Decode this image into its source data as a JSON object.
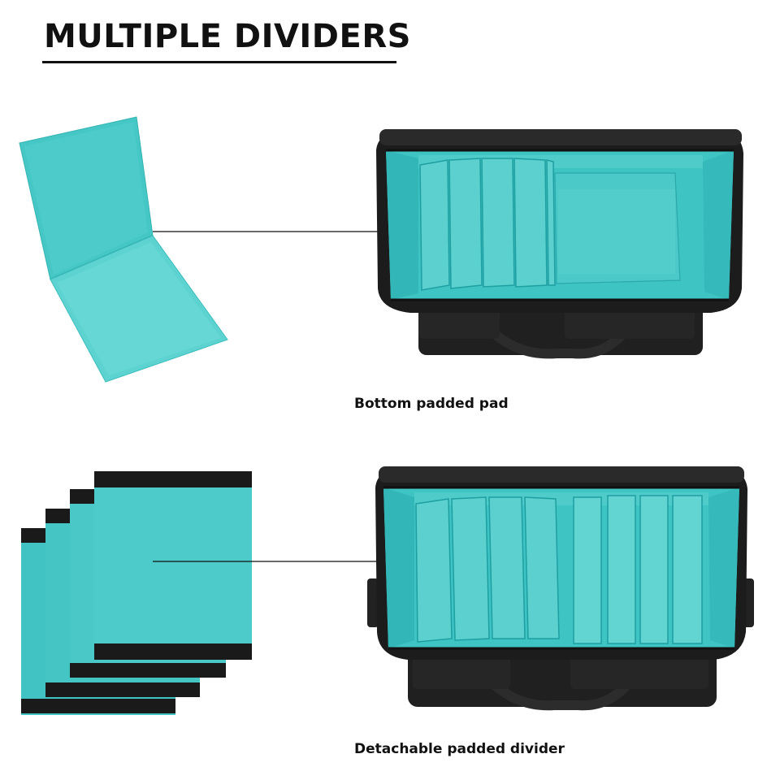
{
  "heading": {
    "text": "MULTIPLE DIVIDERS"
  },
  "sections": [
    {
      "caption": "Bottom padded pad",
      "item": "bottom-padded-pad"
    },
    {
      "caption": "Detachable padded divider",
      "item": "detachable-padded-divider"
    }
  ],
  "colors": {
    "teal": "#3fc4c4",
    "teal_light": "#5fd3d1",
    "teal_dark": "#1ea3a6",
    "bag_black": "#1c1c1c",
    "text": "#111111"
  }
}
